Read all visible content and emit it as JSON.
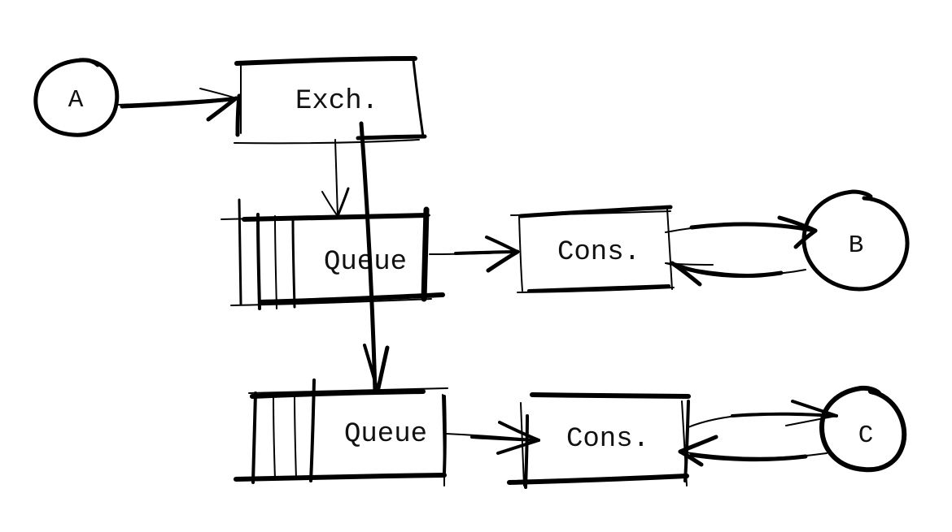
{
  "diagram": {
    "style": "hand-drawn sketch",
    "ink_color": "#000000",
    "background_color": "#ffffff",
    "nodes": [
      {
        "id": "A",
        "kind": "circle",
        "label": "A"
      },
      {
        "id": "exchange",
        "kind": "box",
        "label": "Exch."
      },
      {
        "id": "queue1",
        "kind": "queue",
        "label": "Queue"
      },
      {
        "id": "consumer1",
        "kind": "box",
        "label": "Cons."
      },
      {
        "id": "B",
        "kind": "circle",
        "label": "B"
      },
      {
        "id": "queue2",
        "kind": "queue",
        "label": "Queue"
      },
      {
        "id": "consumer2",
        "kind": "box",
        "label": "Cons."
      },
      {
        "id": "C",
        "kind": "circle",
        "label": "C"
      }
    ],
    "edges": [
      {
        "from": "A",
        "to": "exchange"
      },
      {
        "from": "exchange",
        "to": "queue1"
      },
      {
        "from": "exchange",
        "to": "queue2"
      },
      {
        "from": "queue1",
        "to": "consumer1"
      },
      {
        "from": "consumer1",
        "to": "B"
      },
      {
        "from": "B",
        "to": "consumer1"
      },
      {
        "from": "queue2",
        "to": "consumer2"
      },
      {
        "from": "consumer2",
        "to": "C"
      },
      {
        "from": "C",
        "to": "consumer2"
      }
    ]
  }
}
